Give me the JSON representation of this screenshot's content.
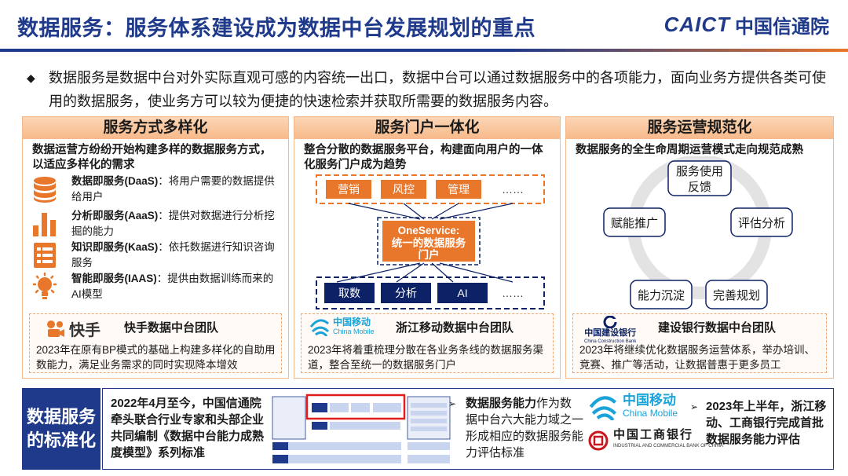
{
  "header": {
    "title": "数据服务：服务体系建设成为数据中台发展规划的重点",
    "logo_en": "CAICT",
    "logo_cn": "中国信通院"
  },
  "intro": {
    "bullet": "◆",
    "text": "数据服务是数据中台对外实际直观可感的内容统一出口，数据中台可以通过数据服务中的各项能力，面向业务方提供各类可使用的数据服务，使业务方可以较为便捷的快速检索并获取所需要的数据服务内容。"
  },
  "panels": {
    "diversified": {
      "title": "服务方式多样化",
      "subtitle": "数据运营方纷纷开始构建多样的数据服务方式，以适应多样化的需求",
      "items": [
        {
          "name": "数据即服务(DaaS)",
          "desc": "：将用户需要的数据提供给用户"
        },
        {
          "name": "分析即服务(AaaS)",
          "desc": "：提供对数据进行分析挖掘的能力"
        },
        {
          "name": "知识即服务(KaaS)",
          "desc": "：依托数据进行知识咨询服务"
        },
        {
          "name": "智能即服务(IAAS)",
          "desc": "：提供由数据训练而来的AI模型"
        }
      ],
      "case": {
        "logo": "快手",
        "title": "快手数据中台团队",
        "body": "2023年在原有BP模式的基础上构建多样化的自助用数能力，满足业务需求的同时实现降本增效"
      }
    },
    "portal": {
      "title": "服务门户一体化",
      "subtitle": "整合分散的数据服务平台，构建面向用户的一体化服务门户成为趋势",
      "top_nodes": [
        "营销",
        "风控",
        "管理",
        "……"
      ],
      "center_line1": "OneService:",
      "center_line2": "统一的数据服务",
      "center_line3": "门户",
      "bottom_nodes": [
        "取数",
        "分析",
        "AI",
        "……"
      ],
      "case": {
        "logo_cn": "中国移动",
        "logo_en": "China Mobile",
        "title": "浙江移动数据中台团队",
        "body": "2023年将着重梳理分散在各业务条线的数据服务渠道，整合至统一的数据服务门户"
      }
    },
    "operation": {
      "title": "服务运营规范化",
      "subtitle": "数据服务的全生命周期运营模式走向规范成熟",
      "cycle": [
        "服务使用反馈",
        "评估分析",
        "完善规划",
        "能力沉淀",
        "赋能推广"
      ],
      "case": {
        "logo_cn": "中国建设银行",
        "logo_en": "China Construction Bank",
        "title": "建设银行数据中台团队",
        "body": "2023年将继续优化数据服务运营体系，举办培训、竞赛、推广等活动，让数据普惠于更多员工"
      }
    }
  },
  "standard": {
    "label": "数据服务的标准化",
    "text1": "2022年4月至今，中国信通院牵头联合行业专家和头部企业共同编制《数据中台能力成熟度模型》系列标准",
    "text2_bold": "数据服务能力",
    "text2_rest": "作为数据中台六大能力域之一形成相应的数据服务能力评估标准",
    "text3": "2023年上半年，浙江移动、工商银行完成首批数据服务能力评估",
    "arrow": "➢",
    "logo_cm_cn": "中国移动",
    "logo_cm_en": "China Mobile",
    "logo_icbc_cn": "中国工商银行",
    "logo_icbc_en": "INDUSTRIAL AND COMMERCIAL BANK OF CHINA"
  },
  "colors": {
    "brand": "#1f3a8a",
    "accent": "#e8762b",
    "panel_head": "#f7b98a",
    "dark_node": "#0d2266"
  }
}
